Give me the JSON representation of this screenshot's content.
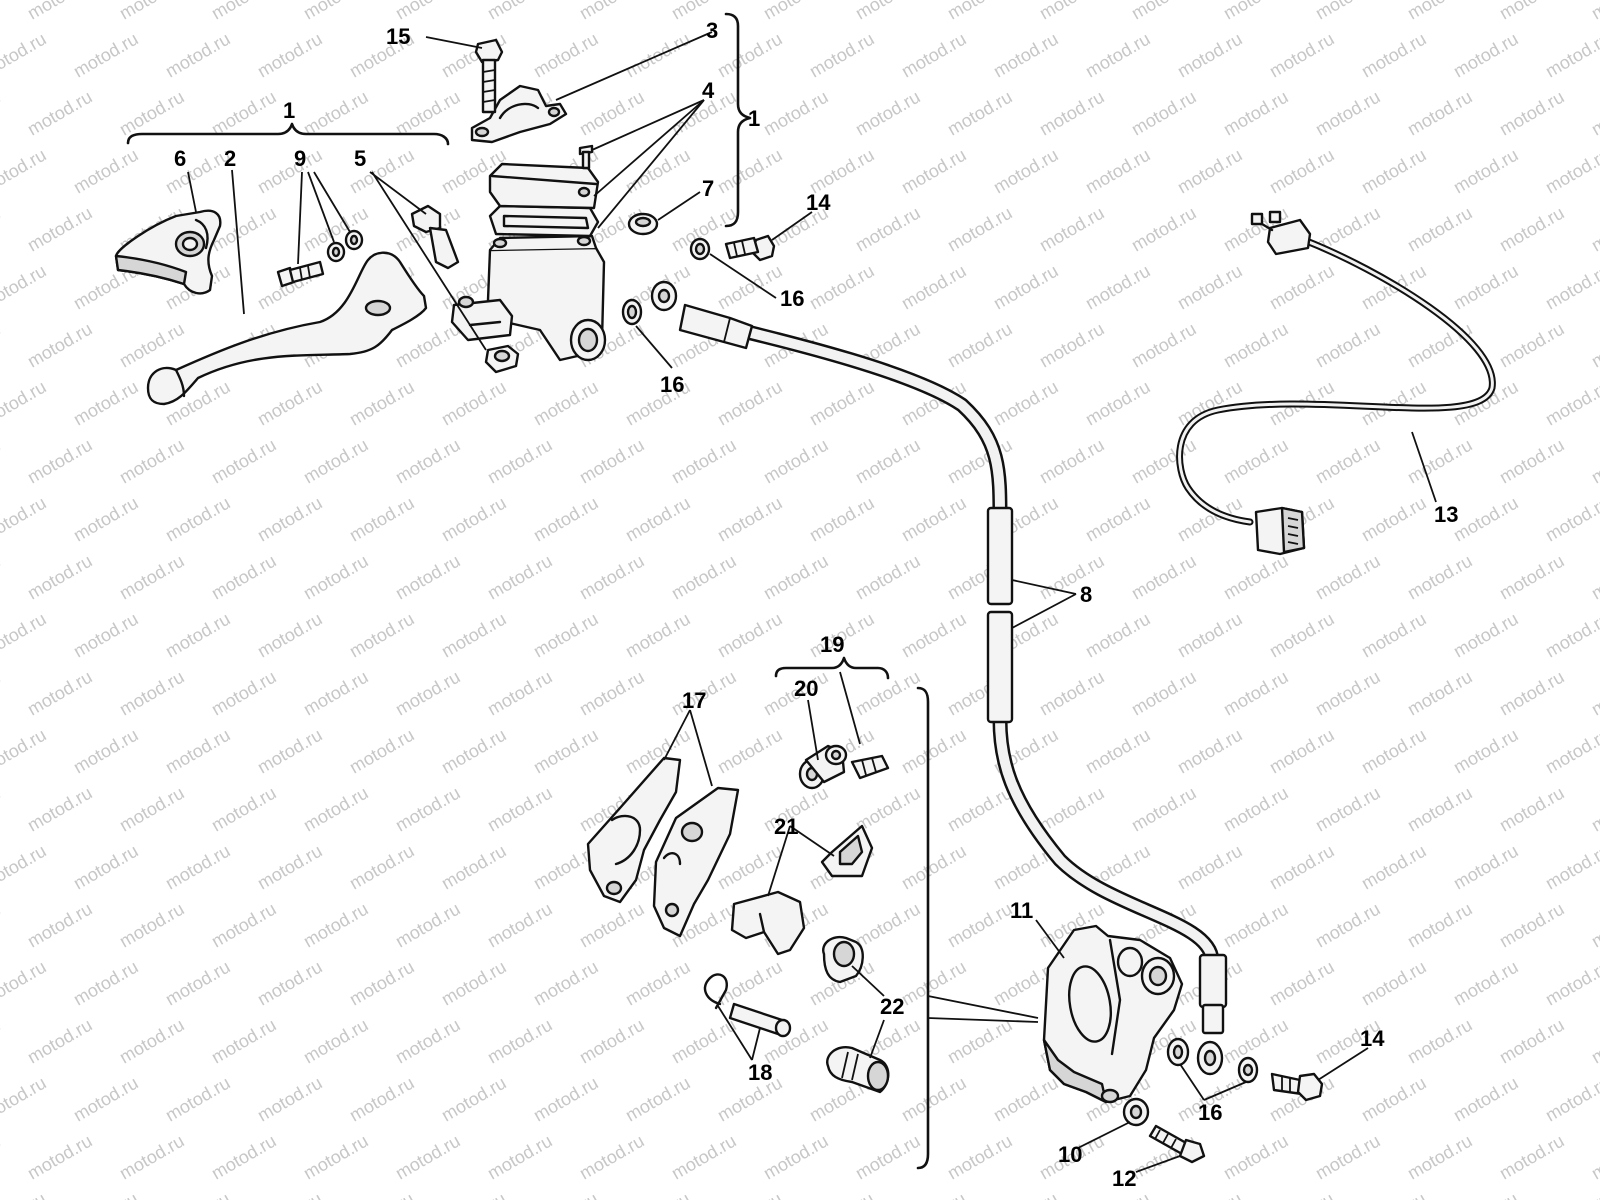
{
  "watermark": {
    "text": "motod.ru",
    "color": "#c7c7c7"
  },
  "labels": {
    "l1a": "1",
    "l1b": "1",
    "l2": "2",
    "l3": "3",
    "l4": "4",
    "l5": "5",
    "l6": "6",
    "l7": "7",
    "l8": "8",
    "l9": "9",
    "l10": "10",
    "l11": "11",
    "l12": "12",
    "l13": "13",
    "l14a": "14",
    "l14b": "14",
    "l15": "15",
    "l16a": "16",
    "l16b": "16",
    "l16c": "16",
    "l17": "17",
    "l18": "18",
    "l19": "19",
    "l20": "20",
    "l21": "21",
    "l22": "22"
  }
}
